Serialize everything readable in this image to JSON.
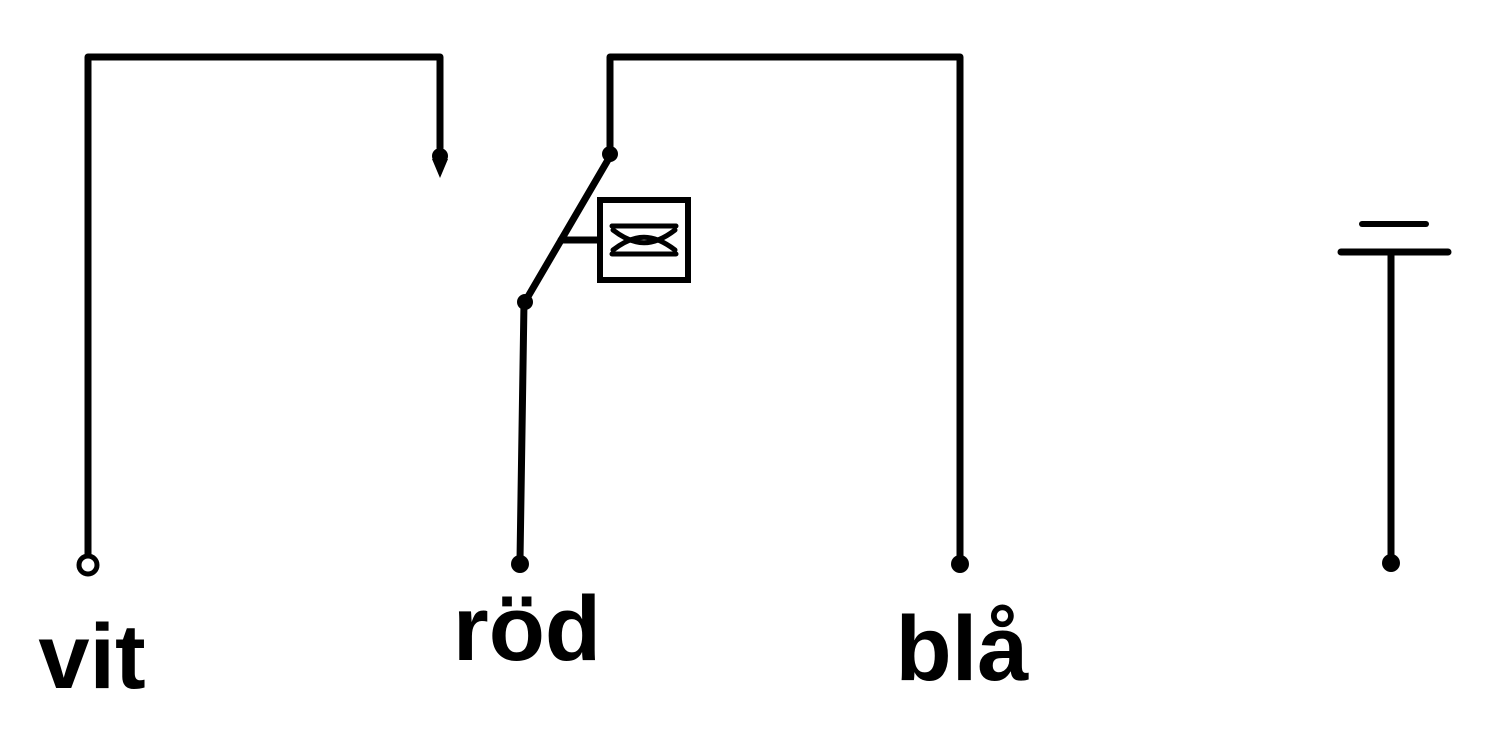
{
  "diagram": {
    "kind": "circuit-schematic",
    "labels": {
      "left": "vit",
      "middle": "röd",
      "right": "blå"
    },
    "colors": {
      "ink": "#000000",
      "background": "#ffffff"
    }
  }
}
